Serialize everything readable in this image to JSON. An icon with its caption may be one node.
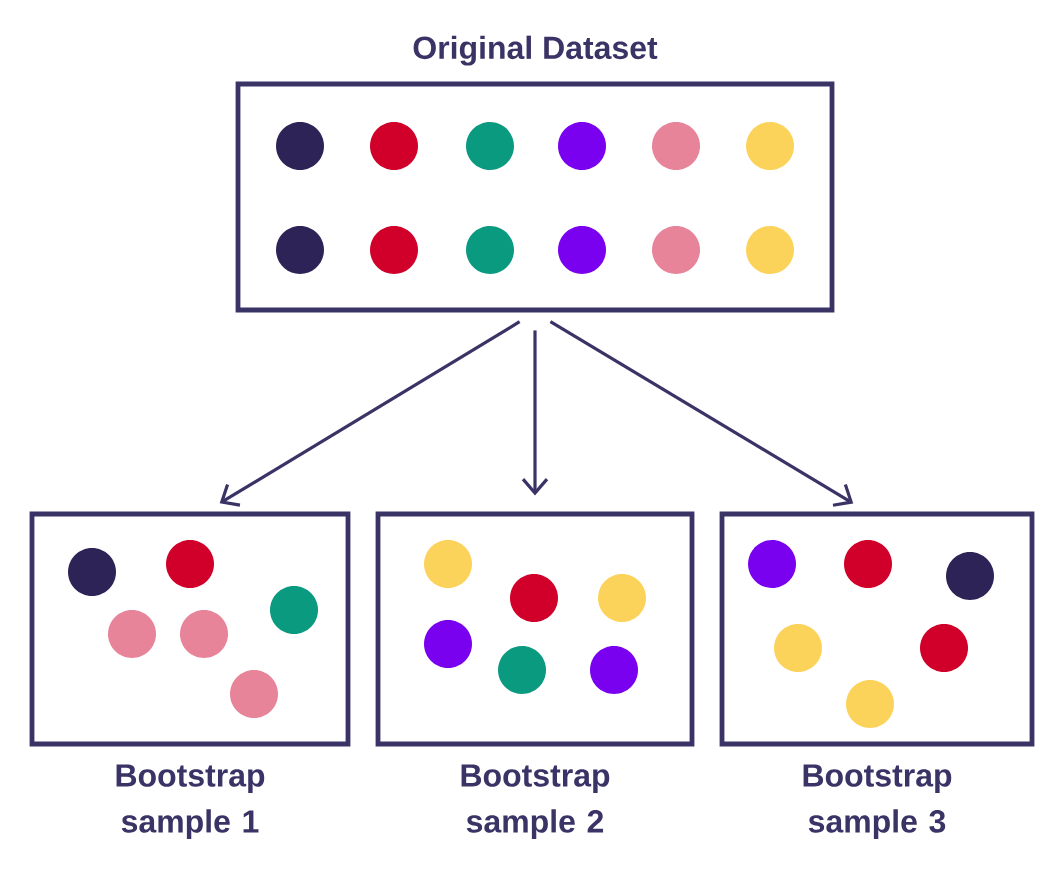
{
  "diagram": {
    "nodes": [
      {
        "text": [
          "Original Dataset"
        ]
      },
      {
        "text": [
          "Bootstrap sample 1"
        ]
      },
      {
        "text": [
          "Bootstrap sample 2"
        ]
      },
      {
        "text": [
          "Bootstrap sample 3"
        ]
      }
    ],
    "edges": [
      {
        "from": 0,
        "to": 1,
        "arrow": "to"
      },
      {
        "from": 0,
        "to": 2,
        "arrow": "to"
      },
      {
        "from": 0,
        "to": 3,
        "arrow": "to"
      }
    ]
  }
}
